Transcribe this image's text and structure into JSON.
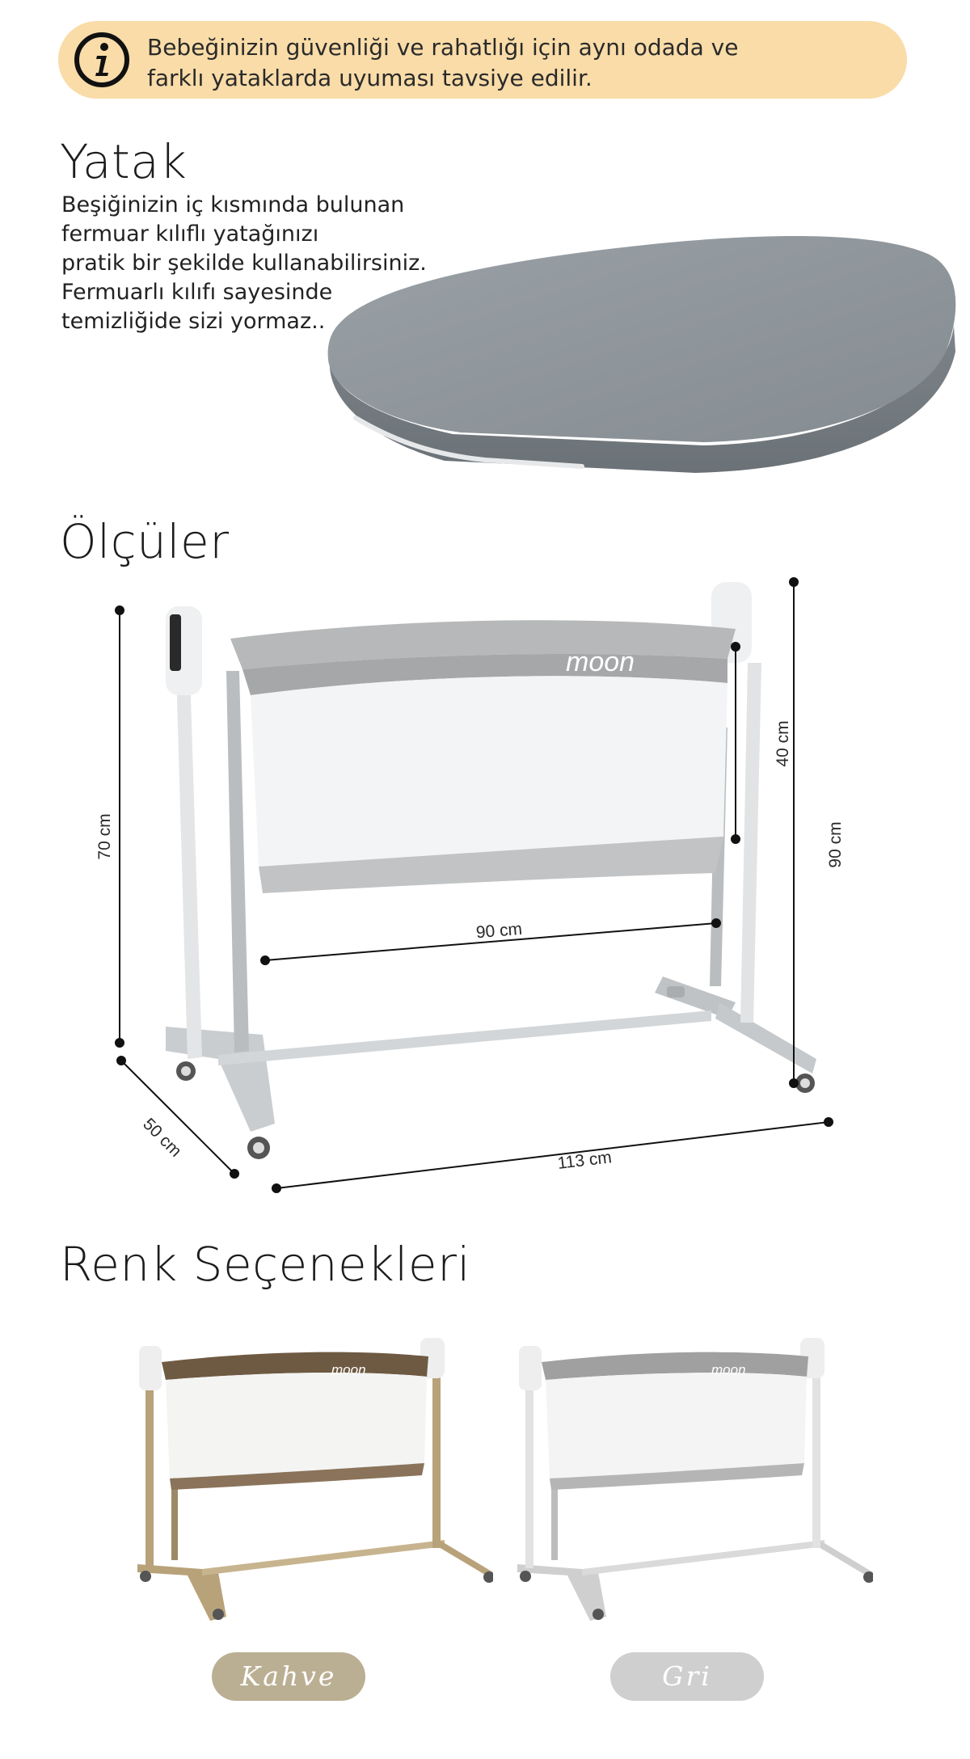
{
  "banner": {
    "line1": "Bebeğinizin güvenliği ve rahatlığı için aynı odada ve",
    "line2": "farklı yataklarda uyuması tavsiye edilir.",
    "icon": "info-icon"
  },
  "yatak": {
    "title": "Yatak",
    "lines": [
      "Beşiğinizin iç kısmında bulunan",
      "fermuar kılıflı yatağınızı",
      "pratik bir şekilde kullanabilirsiniz.",
      "Fermuarlı kılıfı sayesinde",
      "temizliğide sizi yormaz.."
    ]
  },
  "olculer": {
    "title": "Ölçüler",
    "brand": "moon",
    "dims": {
      "height_left": "70 cm",
      "height_right": "90 cm",
      "basket_depth": "40 cm",
      "width": "90 cm",
      "depth": "50 cm",
      "length": "113 cm"
    }
  },
  "renk": {
    "title": "Renk Seçenekleri",
    "options": [
      {
        "label": "Kahve",
        "color": "#bbaf93",
        "frame": "#b8a27a",
        "fabric": "#6e5a42"
      },
      {
        "label": "Gri",
        "color": "#cfcfcf",
        "frame": "#dcdcdc",
        "fabric": "#9a9a9a"
      }
    ]
  }
}
